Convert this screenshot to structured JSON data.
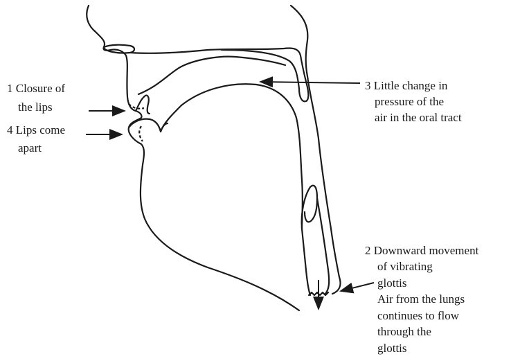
{
  "labels": {
    "label1": {
      "lines": [
        "1  Closure of",
        "the lips"
      ]
    },
    "label2": {
      "lines": [
        "2  Downward movement",
        "of vibrating",
        "glottis",
        "Air from the lungs",
        "continues to flow",
        "through the",
        "glottis"
      ]
    },
    "label3": {
      "lines": [
        "3 Little change in",
        "pressure of the",
        "air in the oral tract"
      ]
    },
    "label4": {
      "lines": [
        "4  Lips come",
        "apart"
      ]
    }
  }
}
